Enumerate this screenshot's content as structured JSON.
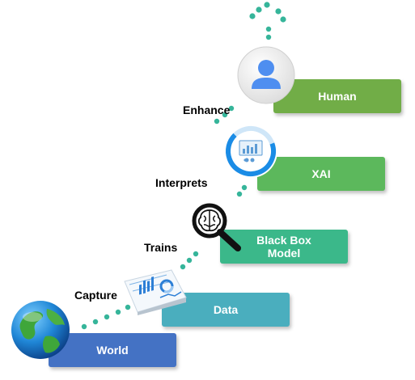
{
  "stages": {
    "world": {
      "label": "World",
      "color": "#4472c4",
      "icon": "globe-icon"
    },
    "data": {
      "label": "Data",
      "color": "#4aaebe",
      "icon": "dashboard-icon"
    },
    "model": {
      "label_line1": "Black Box",
      "label_line2": "Model",
      "color": "#3bb88a",
      "icon": "brain-magnifier-icon"
    },
    "xai": {
      "label": "XAI",
      "color": "#5cb85c",
      "icon": "chart-monitor-icon"
    },
    "human": {
      "label": "Human",
      "color": "#71ad47",
      "icon": "person-icon"
    }
  },
  "verbs": {
    "capture": "Capture",
    "trains": "Trains",
    "interprets": "Interprets",
    "enhance": "Enhance"
  },
  "colors": {
    "dots": "#36b59a",
    "accent_blue": "#1a8ce6"
  }
}
